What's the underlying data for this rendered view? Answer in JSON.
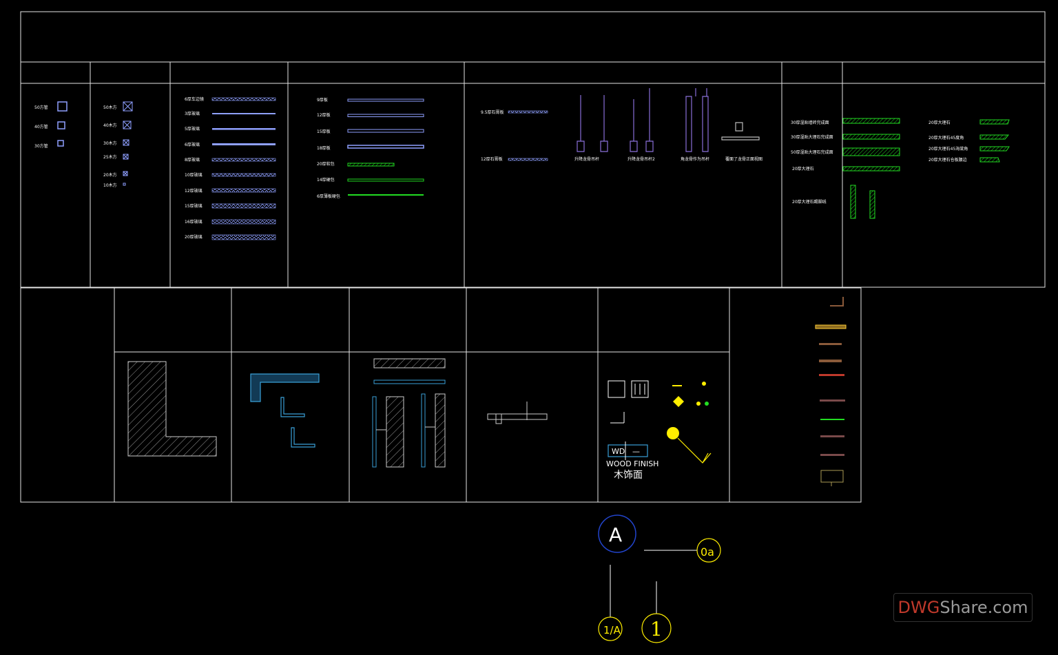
{
  "tubes": [
    "50方管",
    "40方管",
    "30方管"
  ],
  "woods": [
    "50木方",
    "40木方",
    "30木方",
    "25木方",
    "20木方",
    "10木方"
  ],
  "glass": [
    "6厚车边镜",
    "3厚玻璃",
    "5厚玻璃",
    "6厚玻璃",
    "8厚玻璃",
    "10厚玻璃",
    "12厚玻璃",
    "15厚玻璃",
    "16厚玻璃",
    "20厚玻璃"
  ],
  "boards": [
    "9厚板",
    "12厚板",
    "15厚板",
    "18厚板",
    "20厚软包",
    "14厚硬包",
    "6厚薄板硬包"
  ],
  "gypsum": [
    "9.5厚石膏板",
    "12厚石膏板"
  ],
  "ceiling": [
    "升降龙骨吊杆",
    "升降龙骨吊杆2",
    "角龙骨作为吊杆",
    "覆面了龙骨正面视图"
  ],
  "stone_left": [
    "30厚湿贴墙砖完成面",
    "30厚湿贴大理石完成面",
    "50厚湿贴大理石完成面",
    "20厚大理石",
    "20厚大理石踢脚线"
  ],
  "stone_right": [
    "20厚大理石",
    "20厚大理石45度角",
    "20厚大理石45海棠角",
    "20厚大理石仓板腰边"
  ],
  "finish": {
    "code": "WD",
    "dash": "—",
    "en": "WOOD FINISH",
    "cn": "木饰面"
  },
  "symbols": {
    "circle_a": "A",
    "tag_right": "0a",
    "tag_left": "1/A",
    "tag_num": "1"
  },
  "watermark": {
    "dwg": "DWG",
    "rest": "Share.com"
  },
  "colors": {
    "line": "#e6e6e6",
    "blue": "#8fa0ff",
    "green": "#22dd22",
    "yellow": "#ffee00",
    "cyan": "#3aa0d8"
  }
}
